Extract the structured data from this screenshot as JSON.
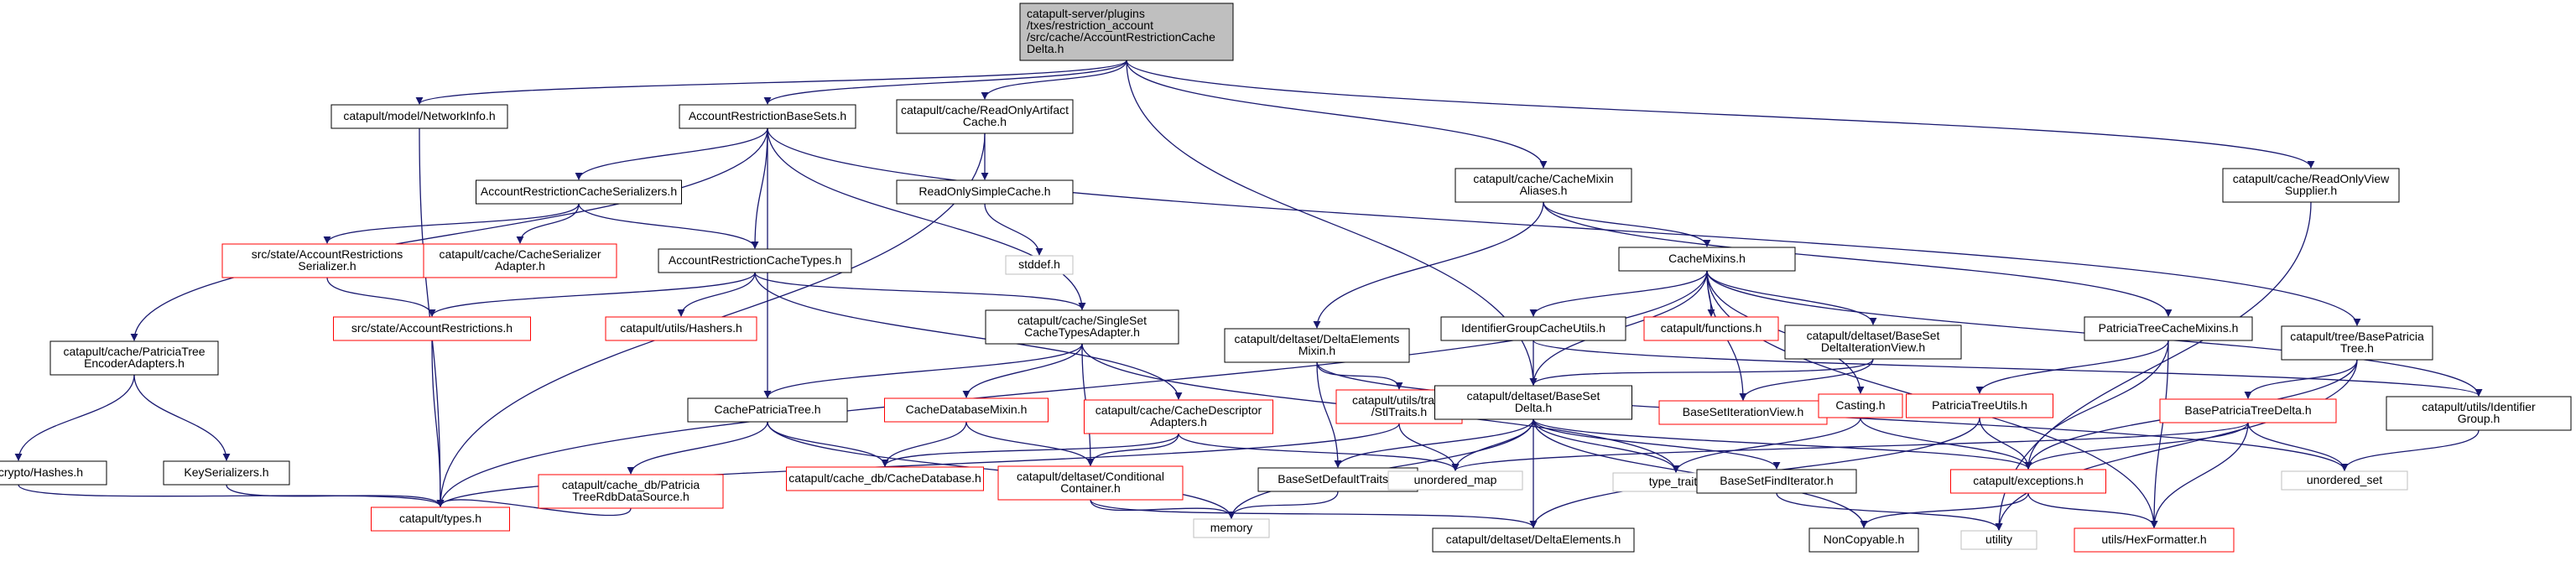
{
  "graph": {
    "colors": {
      "edge": "#191970",
      "root_fill": "#bfbfbf",
      "root_border": "#000000",
      "local_border": "#000000",
      "missing_border": "#ff0000",
      "external_border": "#bfbfbf",
      "external_text": "#404040"
    },
    "nodes": [
      {
        "id": "root",
        "lines": [
          "catapult-server/plugins",
          "/txes/restriction_account",
          "/src/cache/AccountRestrictionCache",
          "Delta.h"
        ],
        "kind": "root"
      },
      {
        "id": "networkinfo",
        "lines": [
          "catapult/model/NetworkInfo.h"
        ],
        "kind": "local"
      },
      {
        "id": "arbasesets",
        "lines": [
          "AccountRestrictionBaseSets.h"
        ],
        "kind": "local"
      },
      {
        "id": "readonlyartifact",
        "lines": [
          "catapult/cache/ReadOnlyArtifact",
          "Cache.h"
        ],
        "kind": "local"
      },
      {
        "id": "cachemixinaliases",
        "lines": [
          "catapult/cache/CacheMixin",
          "Aliases.h"
        ],
        "kind": "local"
      },
      {
        "id": "readonlyviewsupplier",
        "lines": [
          "catapult/cache/ReadOnlyView",
          "Supplier.h"
        ],
        "kind": "local"
      },
      {
        "id": "arcacheserializers",
        "lines": [
          "AccountRestrictionCacheSerializers.h"
        ],
        "kind": "local"
      },
      {
        "id": "readonlysimplecache",
        "lines": [
          "ReadOnlySimpleCache.h"
        ],
        "kind": "local"
      },
      {
        "id": "cachemixins",
        "lines": [
          "CacheMixins.h"
        ],
        "kind": "local"
      },
      {
        "id": "arserializer",
        "lines": [
          "src/state/AccountRestrictions",
          "Serializer.h"
        ],
        "kind": "missing"
      },
      {
        "id": "cacheserializeradapter",
        "lines": [
          "catapult/cache/CacheSerializer",
          "Adapter.h"
        ],
        "kind": "missing"
      },
      {
        "id": "arcachetypes",
        "lines": [
          "AccountRestrictionCacheTypes.h"
        ],
        "kind": "local"
      },
      {
        "id": "stddef",
        "lines": [
          "stddef.h"
        ],
        "kind": "external"
      },
      {
        "id": "deltaelementsmixin",
        "lines": [
          "catapult/deltaset/DeltaElements",
          "Mixin.h"
        ],
        "kind": "local"
      },
      {
        "id": "identifiergroupcacheutils",
        "lines": [
          "IdentifierGroupCacheUtils.h"
        ],
        "kind": "local"
      },
      {
        "id": "functions",
        "lines": [
          "catapult/functions.h"
        ],
        "kind": "missing"
      },
      {
        "id": "basesetdeltaiterationview",
        "lines": [
          "catapult/deltaset/BaseSet",
          "DeltaIterationView.h"
        ],
        "kind": "local"
      },
      {
        "id": "patriciatreecachemixins",
        "lines": [
          "PatriciaTreeCacheMixins.h"
        ],
        "kind": "local"
      },
      {
        "id": "basepatriciatree",
        "lines": [
          "catapult/tree/BasePatricia",
          "Tree.h"
        ],
        "kind": "local"
      },
      {
        "id": "accountrestrictions",
        "lines": [
          "src/state/AccountRestrictions.h"
        ],
        "kind": "missing"
      },
      {
        "id": "hashers",
        "lines": [
          "catapult/utils/Hashers.h"
        ],
        "kind": "missing"
      },
      {
        "id": "singlesetcachetypesadapter",
        "lines": [
          "catapult/cache/SingleSet",
          "CacheTypesAdapter.h"
        ],
        "kind": "local"
      },
      {
        "id": "patriciatreeencoderadapters",
        "lines": [
          "catapult/cache/PatriciaTree",
          "EncoderAdapters.h"
        ],
        "kind": "local"
      },
      {
        "id": "cachepatriciatree",
        "lines": [
          "CachePatriciaTree.h"
        ],
        "kind": "local"
      },
      {
        "id": "cachedatabasemixin",
        "lines": [
          "CacheDatabaseMixin.h"
        ],
        "kind": "missing"
      },
      {
        "id": "cachedescriptoradapters",
        "lines": [
          "catapult/cache/CacheDescriptor",
          "Adapters.h"
        ],
        "kind": "missing"
      },
      {
        "id": "stltraits",
        "lines": [
          "catapult/utils/traits",
          "/StlTraits.h"
        ],
        "kind": "missing"
      },
      {
        "id": "basesetdelta",
        "lines": [
          "catapult/deltaset/BaseSet",
          "Delta.h"
        ],
        "kind": "local"
      },
      {
        "id": "basesetiterationview",
        "lines": [
          "BaseSetIterationView.h"
        ],
        "kind": "missing"
      },
      {
        "id": "casting",
        "lines": [
          "Casting.h"
        ],
        "kind": "missing"
      },
      {
        "id": "patriciatreeutils",
        "lines": [
          "PatriciaTreeUtils.h"
        ],
        "kind": "missing"
      },
      {
        "id": "basepatriciatreedelta",
        "lines": [
          "BasePatriciaTreeDelta.h"
        ],
        "kind": "missing"
      },
      {
        "id": "identifiergroup",
        "lines": [
          "catapult/utils/Identifier",
          "Group.h"
        ],
        "kind": "local"
      },
      {
        "id": "hashes",
        "lines": [
          "catapult/crypto/Hashes.h"
        ],
        "kind": "local"
      },
      {
        "id": "keyserializers",
        "lines": [
          "KeySerializers.h"
        ],
        "kind": "local"
      },
      {
        "id": "patriciatreerdbdatasource",
        "lines": [
          "catapult/cache_db/Patricia",
          "TreeRdbDataSource.h"
        ],
        "kind": "missing"
      },
      {
        "id": "cachedatabase",
        "lines": [
          "catapult/cache_db/CacheDatabase.h"
        ],
        "kind": "missing"
      },
      {
        "id": "conditionalcontainer",
        "lines": [
          "catapult/deltaset/Conditional",
          "Container.h"
        ],
        "kind": "missing"
      },
      {
        "id": "basesetdefaulttraits",
        "lines": [
          "BaseSetDefaultTraits.h"
        ],
        "kind": "local"
      },
      {
        "id": "unorderedmap",
        "lines": [
          "unordered_map"
        ],
        "kind": "external"
      },
      {
        "id": "typetraits",
        "lines": [
          "type_traits"
        ],
        "kind": "external"
      },
      {
        "id": "basesetfinditerator",
        "lines": [
          "BaseSetFindIterator.h"
        ],
        "kind": "local"
      },
      {
        "id": "exceptions",
        "lines": [
          "catapult/exceptions.h"
        ],
        "kind": "missing"
      },
      {
        "id": "unorderedset",
        "lines": [
          "unordered_set"
        ],
        "kind": "external"
      },
      {
        "id": "types",
        "lines": [
          "catapult/types.h"
        ],
        "kind": "missing"
      },
      {
        "id": "memory",
        "lines": [
          "memory"
        ],
        "kind": "external"
      },
      {
        "id": "deltaelements",
        "lines": [
          "catapult/deltaset/DeltaElements.h"
        ],
        "kind": "local"
      },
      {
        "id": "noncopyable",
        "lines": [
          "NonCopyable.h"
        ],
        "kind": "local"
      },
      {
        "id": "utility",
        "lines": [
          "utility"
        ],
        "kind": "external"
      },
      {
        "id": "hexformatter",
        "lines": [
          "utils/HexFormatter.h"
        ],
        "kind": "missing"
      }
    ],
    "edges": [
      [
        "root",
        "networkinfo"
      ],
      [
        "root",
        "arbasesets"
      ],
      [
        "root",
        "readonlyartifact"
      ],
      [
        "root",
        "cachemixinaliases"
      ],
      [
        "root",
        "readonlyviewsupplier"
      ],
      [
        "root",
        "basesetdelta"
      ],
      [
        "networkinfo",
        "types"
      ],
      [
        "arbasesets",
        "arcacheserializers"
      ],
      [
        "arbasesets",
        "arcachetypes"
      ],
      [
        "arbasesets",
        "patriciatreeencoderadapters"
      ],
      [
        "arbasesets",
        "cachepatriciatree"
      ],
      [
        "arbasesets",
        "singlesetcachetypesadapter"
      ],
      [
        "arbasesets",
        "basepatriciatree"
      ],
      [
        "readonlyartifact",
        "readonlysimplecache"
      ],
      [
        "readonlyartifact",
        "types"
      ],
      [
        "readonlysimplecache",
        "stddef"
      ],
      [
        "cachemixinaliases",
        "cachemixins"
      ],
      [
        "cachemixinaliases",
        "deltaelementsmixin"
      ],
      [
        "cachemixinaliases",
        "patriciatreecachemixins"
      ],
      [
        "readonlyviewsupplier",
        "utility"
      ],
      [
        "arcacheserializers",
        "arserializer"
      ],
      [
        "arcacheserializers",
        "cacheserializeradapter"
      ],
      [
        "arcacheserializers",
        "arcachetypes"
      ],
      [
        "arserializer",
        "accountrestrictions"
      ],
      [
        "arcachetypes",
        "accountrestrictions"
      ],
      [
        "arcachetypes",
        "hashers"
      ],
      [
        "arcachetypes",
        "singlesetcachetypesadapter"
      ],
      [
        "arcachetypes",
        "cachedescriptoradapters"
      ],
      [
        "accountrestrictions",
        "types"
      ],
      [
        "cachemixins",
        "identifiergroupcacheutils"
      ],
      [
        "cachemixins",
        "functions"
      ],
      [
        "cachemixins",
        "basesetdeltaiterationview"
      ],
      [
        "cachemixins",
        "basesetdelta"
      ],
      [
        "cachemixins",
        "basesetiterationview"
      ],
      [
        "cachemixins",
        "casting"
      ],
      [
        "cachemixins",
        "identifiergroup"
      ],
      [
        "cachemixins",
        "hexformatter"
      ],
      [
        "cachemixins",
        "types"
      ],
      [
        "deltaelementsmixin",
        "basesetdefaulttraits"
      ],
      [
        "deltaelementsmixin",
        "stltraits"
      ],
      [
        "deltaelementsmixin",
        "unorderedset"
      ],
      [
        "identifiergroupcacheutils",
        "basesetdelta"
      ],
      [
        "identifiergroupcacheutils",
        "identifiergroup"
      ],
      [
        "basesetdeltaiterationview",
        "basesetdelta"
      ],
      [
        "basesetdeltaiterationview",
        "basesetiterationview"
      ],
      [
        "patriciatreecachemixins",
        "patriciatreeutils"
      ],
      [
        "patriciatreecachemixins",
        "exceptions"
      ],
      [
        "patriciatreecachemixins",
        "hexformatter"
      ],
      [
        "basepatriciatree",
        "basepatriciatreedelta"
      ],
      [
        "basepatriciatree",
        "exceptions"
      ],
      [
        "basepatriciatree",
        "utility"
      ],
      [
        "singlesetcachetypesadapter",
        "cachepatriciatree"
      ],
      [
        "singlesetcachetypesadapter",
        "cachedatabasemixin"
      ],
      [
        "singlesetcachetypesadapter",
        "conditionalcontainer"
      ],
      [
        "singlesetcachetypesadapter",
        "typetraits"
      ],
      [
        "patriciatreeencoderadapters",
        "hashes"
      ],
      [
        "patriciatreeencoderadapters",
        "keyserializers"
      ],
      [
        "cachepatriciatree",
        "patriciatreerdbdatasource"
      ],
      [
        "cachepatriciatree",
        "cachedatabase"
      ],
      [
        "cachepatriciatree",
        "memory"
      ],
      [
        "cachedatabasemixin",
        "cachedatabase"
      ],
      [
        "cachedatabasemixin",
        "conditionalcontainer"
      ],
      [
        "cachedescriptoradapters",
        "cachedatabase"
      ],
      [
        "cachedescriptoradapters",
        "conditionalcontainer"
      ],
      [
        "cachedescriptoradapters",
        "unorderedmap"
      ],
      [
        "stltraits",
        "unorderedmap"
      ],
      [
        "stltraits",
        "types"
      ],
      [
        "basesetdelta",
        "basesetdefaulttraits"
      ],
      [
        "basesetdelta",
        "unorderedmap"
      ],
      [
        "basesetdelta",
        "typetraits"
      ],
      [
        "basesetdelta",
        "basesetfinditerator"
      ],
      [
        "basesetdelta",
        "exceptions"
      ],
      [
        "basesetdelta",
        "memory"
      ],
      [
        "basesetdelta",
        "deltaelements"
      ],
      [
        "basesetdelta",
        "noncopyable"
      ],
      [
        "casting",
        "exceptions"
      ],
      [
        "casting",
        "typetraits"
      ],
      [
        "patriciatreeutils",
        "exceptions"
      ],
      [
        "patriciatreeutils",
        "deltaelements"
      ],
      [
        "basepatriciatreedelta",
        "exceptions"
      ],
      [
        "basepatriciatreedelta",
        "unorderedmap"
      ],
      [
        "basepatriciatreedelta",
        "unorderedset"
      ],
      [
        "basepatriciatreedelta",
        "hexformatter"
      ],
      [
        "identifiergroup",
        "unorderedset"
      ],
      [
        "hashes",
        "types"
      ],
      [
        "keyserializers",
        "types"
      ],
      [
        "patriciatreerdbdatasource",
        "types"
      ],
      [
        "conditionalcontainer",
        "memory"
      ],
      [
        "conditionalcontainer",
        "deltaelements"
      ],
      [
        "basesetdefaulttraits",
        "memory"
      ],
      [
        "basesetfinditerator",
        "utility"
      ],
      [
        "exceptions",
        "noncopyable"
      ],
      [
        "exceptions",
        "hexformatter"
      ]
    ]
  }
}
